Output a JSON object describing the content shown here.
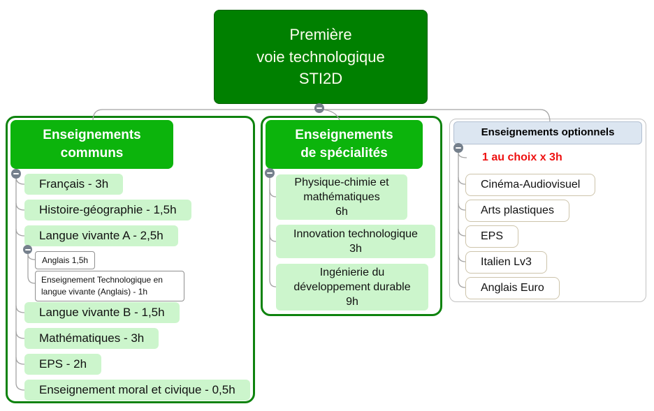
{
  "root": {
    "label": "Première\nvoie technologique\nSTI2D"
  },
  "branches": [
    {
      "title": "Enseignements\ncommuns",
      "items": [
        {
          "label": "Français - 3h"
        },
        {
          "label": "Histoire-géographie - 1,5h"
        },
        {
          "label": "Langue vivante A - 2,5h",
          "children": [
            {
              "label": "Anglais 1,5h"
            },
            {
              "label": "Enseignement Technologique en langue vivante (Anglais) - 1h"
            }
          ]
        },
        {
          "label": "Langue vivante B - 1,5h"
        },
        {
          "label": "Mathématiques - 3h"
        },
        {
          "label": "EPS - 2h"
        },
        {
          "label": "Enseignement moral et civique - 0,5h"
        }
      ]
    },
    {
      "title": "Enseignements\nde spécialités",
      "items": [
        {
          "label": "Physique-chimie et\nmathématiques\n6h"
        },
        {
          "label": "Innovation technologique\n3h"
        },
        {
          "label": "Ingénierie du\ndéveloppement durable\n9h"
        }
      ]
    },
    {
      "title": "Enseignements optionnels",
      "note": "1 au choix x 3h",
      "items": [
        {
          "label": "Cinéma-Audiovisuel"
        },
        {
          "label": "Arts plastiques"
        },
        {
          "label": "EPS"
        },
        {
          "label": "Italien Lv3"
        },
        {
          "label": "Anglais Euro"
        }
      ]
    }
  ],
  "icons": {
    "collapse": "minus"
  },
  "colors": {
    "root_green": "#008000",
    "header_green": "#0cb40c",
    "leaf_light_green": "#ccf5cc",
    "branch_border_green": "#0e830e",
    "optional_header_blue": "#dce6f1",
    "optional_leaf_border_tan": "#cdc4ab",
    "note_red": "#ee1111",
    "connector_gray": "#a3a3a3",
    "toggle_gray": "#75808c"
  }
}
